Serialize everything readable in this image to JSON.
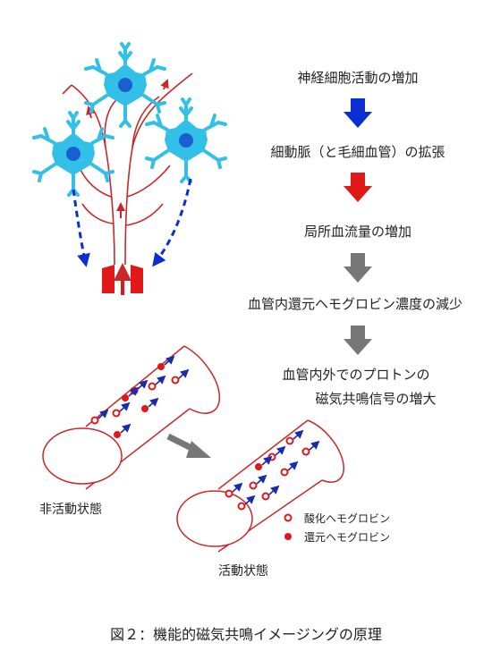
{
  "flow_steps": [
    "神経細胞活動の増加",
    "細動脈（と毛細血管）の拡張",
    "局所血流量の増加",
    "血管内還元ヘモグロビン濃度の減少"
  ],
  "final_step": [
    "血管内外でのプロトンの",
    "磁気共鳴信号の増大"
  ],
  "states": {
    "inactive": "非活動状態",
    "active": "活動状態"
  },
  "legend": {
    "oxy": "酸化ヘモグロビン",
    "deoxy": "還元ヘモグロビン"
  },
  "caption": "図２：機能的磁気共鳴イメージングの原理",
  "colors": {
    "neuron": "#33c0e8",
    "nucleus": "#1a5fd0",
    "vessel": "#c8282a",
    "blood": "#e01818",
    "arrow_blue": "#0a2fd0",
    "arrow_red": "#e01818",
    "arrow_gray": "#777777",
    "spin": "#1a2bb0"
  }
}
